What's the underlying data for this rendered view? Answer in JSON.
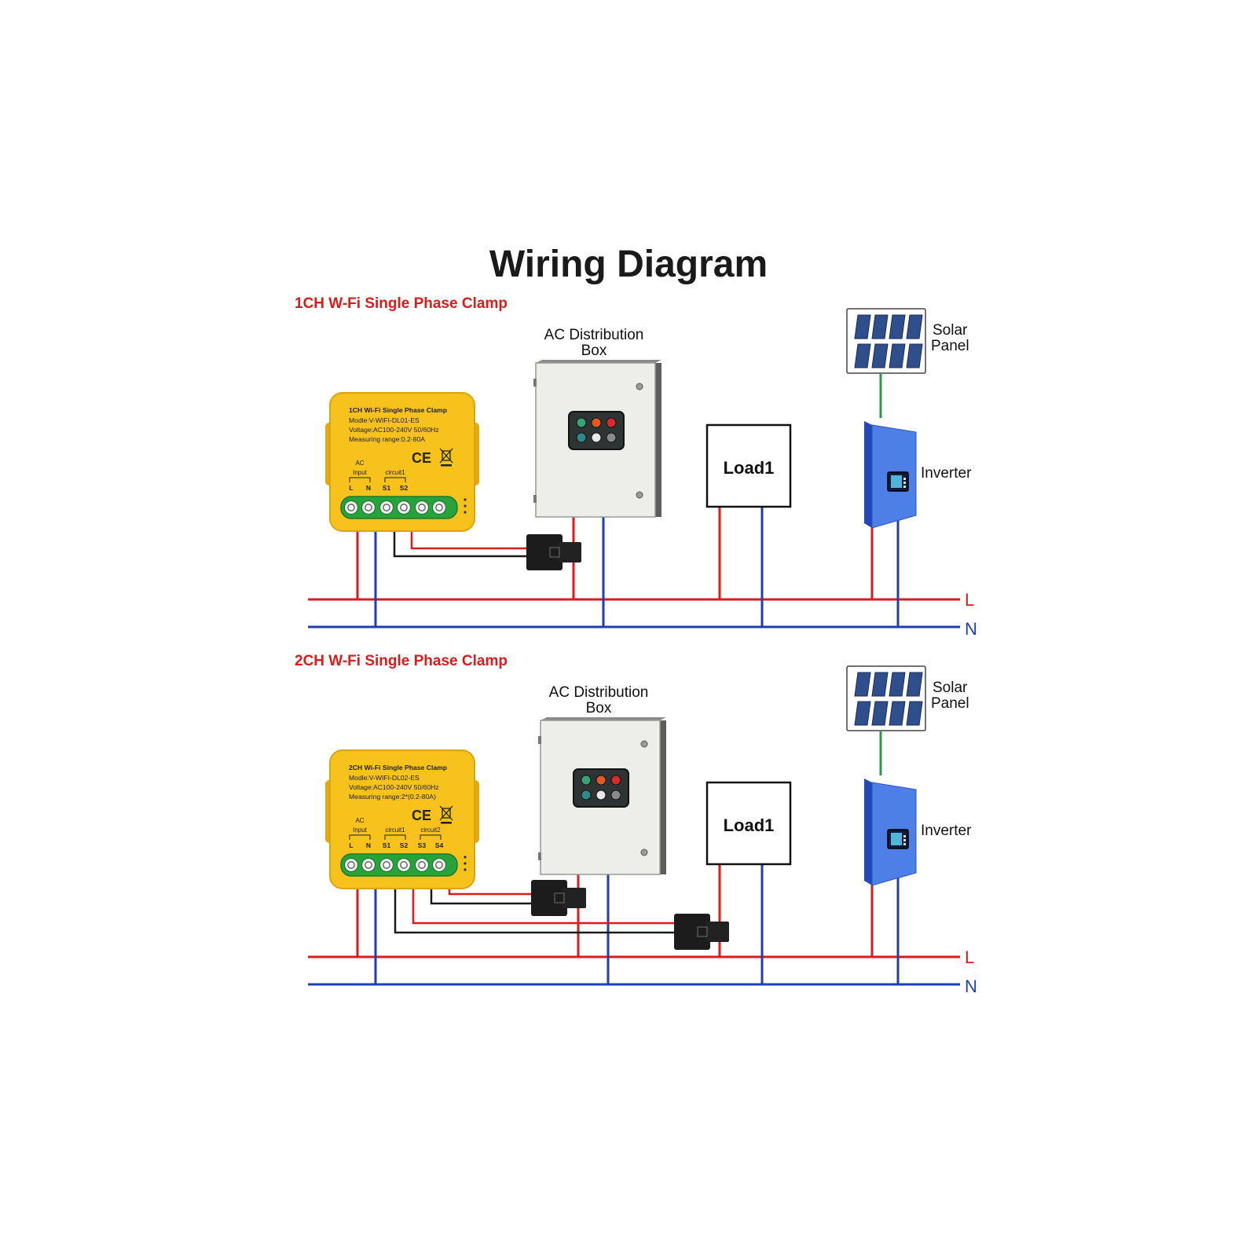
{
  "title": "Wiring Diagram",
  "bus": {
    "live": "L",
    "neutral": "N"
  },
  "colors": {
    "live": "#d91c1c",
    "neutral": "#1f3fae",
    "green": "#2a9a4a",
    "device": "#f7c21b",
    "terminal": "#27a33b",
    "inverter": "#4d7fe6"
  },
  "sections": [
    {
      "heading": "1CH W-Fi Single Phase Clamp",
      "ac_box": {
        "line1": "AC Distribution",
        "line2": "Box"
      },
      "load": "Load1",
      "solar": {
        "line1": "Solar",
        "line2": "Panel"
      },
      "inverter": "Inverter",
      "device": {
        "name": "1CH Wi-Fi Single Phase Clamp",
        "model": "Modle:V-WIFI-DL01-ES",
        "voltage": "Voltage:AC100-240V 50/60Hz",
        "range": "Measuring range:0.2-80A",
        "ce": "CE",
        "groups": [
          {
            "line1": "AC",
            "line2": "Input"
          },
          {
            "line1": "circuit1",
            "line2": ""
          }
        ],
        "terminals": [
          "L",
          "N",
          "S1",
          "S2"
        ]
      }
    },
    {
      "heading": "2CH W-Fi Single Phase Clamp",
      "ac_box": {
        "line1": "AC Distribution",
        "line2": "Box"
      },
      "load": "Load1",
      "solar": {
        "line1": "Solar",
        "line2": "Panel"
      },
      "inverter": "Inverter",
      "device": {
        "name": "2CH Wi-Fi Single Phase Clamp",
        "model": "Modle:V-WIFI-DL02-ES",
        "voltage": "Voltage:AC100-240V 50/60Hz",
        "range": "Measuring range:2*(0.2-80A)",
        "ce": "CE",
        "groups": [
          {
            "line1": "AC",
            "line2": "Input"
          },
          {
            "line1": "circuit1",
            "line2": ""
          },
          {
            "line1": "circuit2",
            "line2": ""
          }
        ],
        "terminals": [
          "L",
          "N",
          "S1",
          "S2",
          "S3",
          "S4"
        ]
      }
    }
  ]
}
